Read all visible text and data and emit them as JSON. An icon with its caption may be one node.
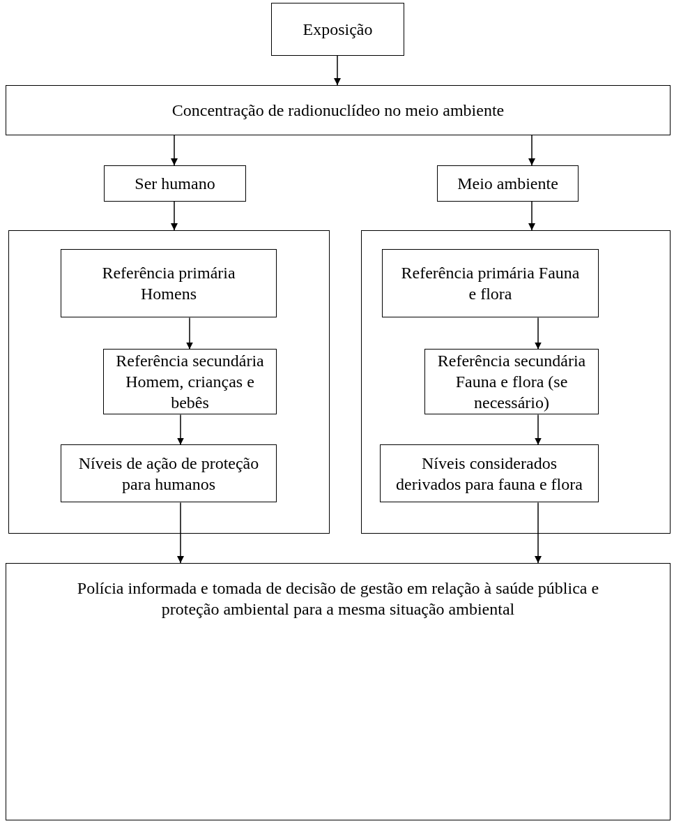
{
  "diagram": {
    "nodes": [
      {
        "text": [
          "Exposição"
        ]
      },
      {
        "text": [
          "Concentração de radionuclídeo no meio ambiente"
        ]
      },
      {
        "text": [
          "Ser humano"
        ]
      },
      {
        "text": [
          "Meio ambiente"
        ]
      },
      {
        "text": [],
        "shape": "box"
      },
      {
        "text": [
          "Referência primária Homens"
        ],
        "in": 4
      },
      {
        "text": [
          "Referência secundária Homem, crianças e bebês"
        ],
        "in": 4
      },
      {
        "text": [
          "Níveis de ação de proteção para humanos"
        ],
        "in": 4
      },
      {
        "text": [],
        "shape": "box"
      },
      {
        "text": [
          "Referência primária Fauna e flora"
        ],
        "in": 8
      },
      {
        "text": [
          "Referência secundária Fauna e flora (se necessário)"
        ],
        "in": 8
      },
      {
        "text": [
          "Níveis considerados derivados para fauna e flora"
        ],
        "in": 8
      },
      {
        "text": [
          "Polícia informada e tomada de decisão de gestão em relação à saúde pública e proteção ambiental para a mesma situação ambiental"
        ]
      }
    ],
    "edges": [
      {
        "from": 0,
        "to": 1,
        "arrow": "to"
      },
      {
        "from": 1,
        "to": 2,
        "arrow": "to"
      },
      {
        "from": 1,
        "to": 3,
        "arrow": "to"
      },
      {
        "from": 2,
        "to": 4,
        "arrow": "to"
      },
      {
        "from": 3,
        "to": 8,
        "arrow": "to"
      },
      {
        "from": 5,
        "to": 6,
        "arrow": "to"
      },
      {
        "from": 6,
        "to": 7,
        "arrow": "to"
      },
      {
        "from": 9,
        "to": 10,
        "arrow": "to"
      },
      {
        "from": 10,
        "to": 11,
        "arrow": "to"
      },
      {
        "from": 7,
        "to": 12,
        "arrow": "to"
      },
      {
        "from": 11,
        "to": 12,
        "arrow": "to"
      }
    ]
  }
}
